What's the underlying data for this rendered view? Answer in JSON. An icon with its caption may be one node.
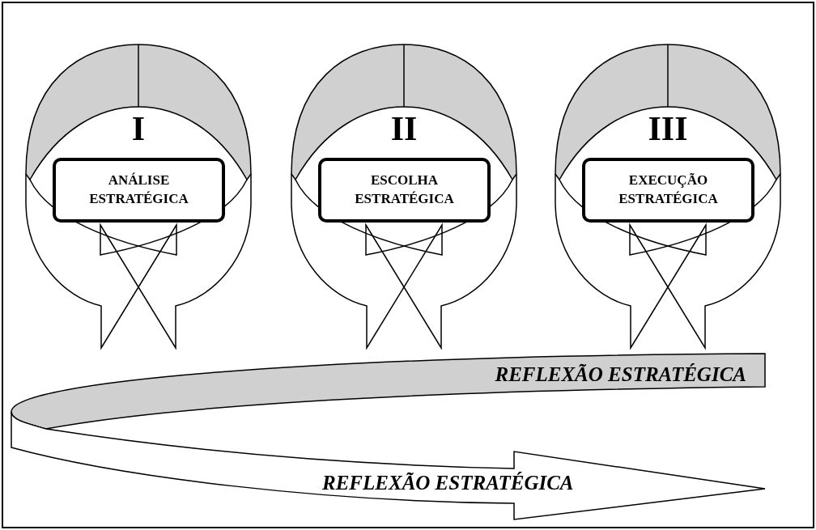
{
  "diagram": {
    "nodes": [
      {
        "text": [
          "I"
        ]
      },
      {
        "text": [
          "ANÁLISE ESTRATÉGICA"
        ],
        "in": 0
      },
      {
        "text": [
          "II"
        ]
      },
      {
        "text": [
          "ESCOLHA ESTRATÉGICA"
        ],
        "in": 2
      },
      {
        "text": [
          "III"
        ]
      },
      {
        "text": [
          "EXECUÇÃO ESTRATÉGICA"
        ],
        "in": 4
      },
      {
        "text": [
          "REFLEXÃO ESTRATÉGICA",
          "REFLEXÃO ESTRATÉGICA"
        ]
      }
    ]
  }
}
